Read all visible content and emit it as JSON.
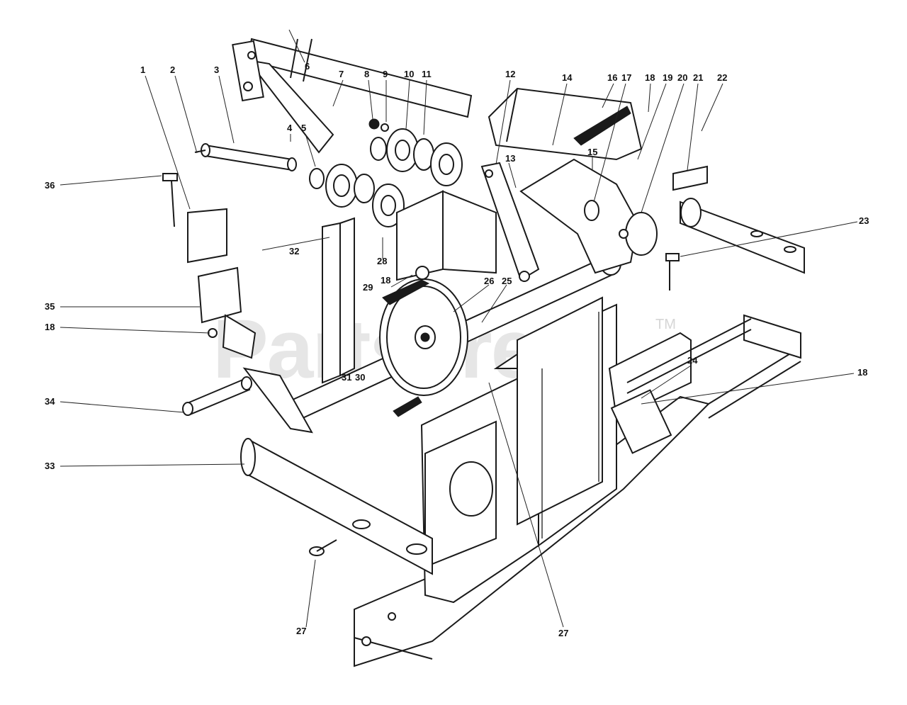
{
  "watermark": {
    "text": "PartsTree",
    "trademark": "TM"
  },
  "callouts": [
    {
      "id": "c1",
      "label": "1"
    },
    {
      "id": "c2",
      "label": "2"
    },
    {
      "id": "c3",
      "label": "3"
    },
    {
      "id": "c4",
      "label": "4"
    },
    {
      "id": "c5",
      "label": "5"
    },
    {
      "id": "c6",
      "label": "6"
    },
    {
      "id": "c7",
      "label": "7"
    },
    {
      "id": "c8",
      "label": "8"
    },
    {
      "id": "c9",
      "label": "9"
    },
    {
      "id": "c10",
      "label": "10"
    },
    {
      "id": "c11",
      "label": "11"
    },
    {
      "id": "c12",
      "label": "12"
    },
    {
      "id": "c13",
      "label": "13"
    },
    {
      "id": "c14",
      "label": "14"
    },
    {
      "id": "c15",
      "label": "15"
    },
    {
      "id": "c16",
      "label": "16"
    },
    {
      "id": "c17",
      "label": "17"
    },
    {
      "id": "c18a",
      "label": "18"
    },
    {
      "id": "c19",
      "label": "19"
    },
    {
      "id": "c20",
      "label": "20"
    },
    {
      "id": "c21",
      "label": "21"
    },
    {
      "id": "c22",
      "label": "22"
    },
    {
      "id": "c23",
      "label": "23"
    },
    {
      "id": "c24",
      "label": "24"
    },
    {
      "id": "c18b",
      "label": "18"
    },
    {
      "id": "c25",
      "label": "25"
    },
    {
      "id": "c26",
      "label": "26"
    },
    {
      "id": "c27a",
      "label": "27"
    },
    {
      "id": "c27b",
      "label": "27"
    },
    {
      "id": "c28",
      "label": "28"
    },
    {
      "id": "c29",
      "label": "29"
    },
    {
      "id": "c18c",
      "label": "18"
    },
    {
      "id": "c30",
      "label": "30"
    },
    {
      "id": "c31",
      "label": "31"
    },
    {
      "id": "c32",
      "label": "32"
    },
    {
      "id": "c33",
      "label": "33"
    },
    {
      "id": "c34",
      "label": "34"
    },
    {
      "id": "c35",
      "label": "35"
    },
    {
      "id": "c36",
      "label": "36"
    },
    {
      "id": "c18d",
      "label": "18"
    }
  ]
}
